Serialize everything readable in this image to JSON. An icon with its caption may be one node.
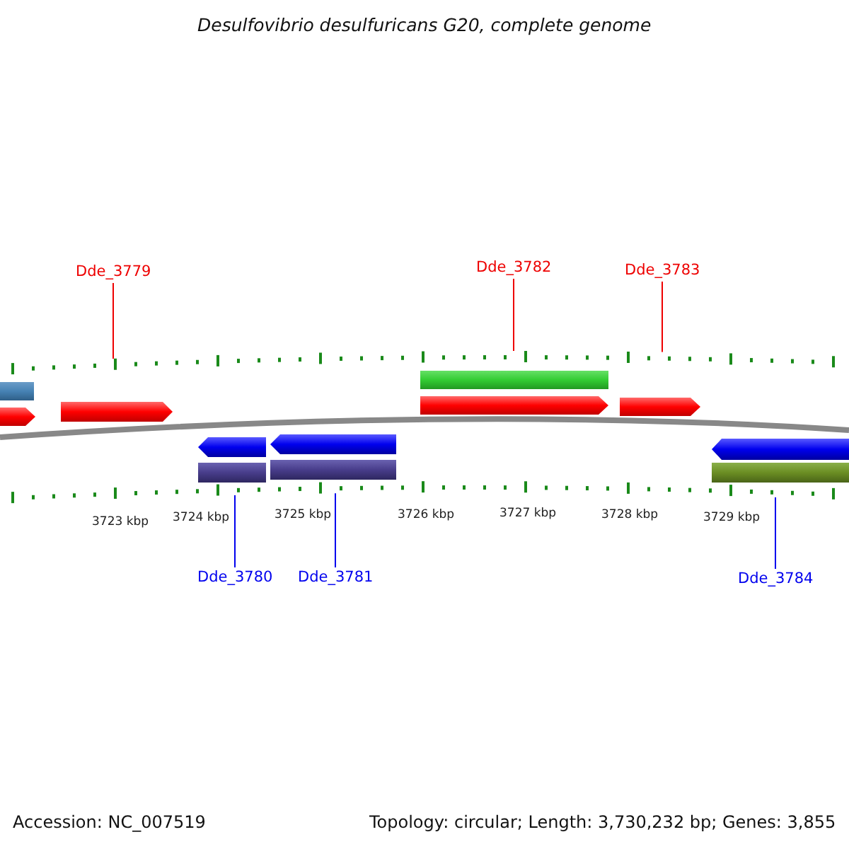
{
  "diagram": {
    "title": "Desulfovibrio desulfuricans G20, complete genome",
    "nodes": [
      {
        "text": [
          "Dde_3779"
        ]
      },
      {
        "text": [
          "Dde_3780"
        ]
      },
      {
        "text": [
          "Dde_3781"
        ]
      },
      {
        "text": [
          "Dde_3782"
        ]
      },
      {
        "text": [
          "Dde_3783"
        ]
      },
      {
        "text": [
          "Dde_3784"
        ]
      },
      {
        "text": [],
        "shape": "picture",
        "beside": [
          "3723 kbp",
          "3724 kbp",
          "3725 kbp",
          "3726 kbp",
          "3727 kbp",
          "3728 kbp",
          "3729 kbp"
        ]
      }
    ],
    "edges": [
      {
        "from": 0,
        "to": 6,
        "arrow": "none"
      },
      {
        "from": 1,
        "to": 6,
        "arrow": "none",
        "color": "#0000ee"
      },
      {
        "from": 2,
        "to": 6,
        "arrow": "none",
        "color": "#0000ee"
      },
      {
        "from": 3,
        "to": 6,
        "arrow": "none"
      },
      {
        "from": 4,
        "to": 6,
        "arrow": "none"
      },
      {
        "from": 5,
        "to": 6,
        "arrow": "none",
        "color": "#0000ee"
      }
    ],
    "labels": [
      "Accession: NC_007519",
      "Topology: circular; Length: 3,730,232 bp; Genes: 3,855"
    ]
  }
}
